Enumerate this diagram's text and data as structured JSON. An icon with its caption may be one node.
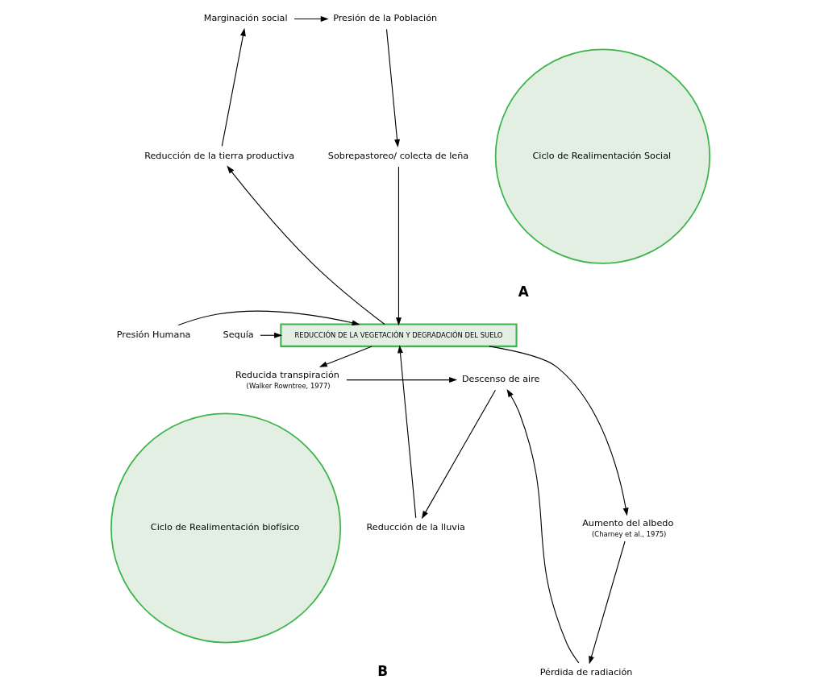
{
  "diagram": {
    "nodes": [
      {
        "text": [
          "Presión de la Población"
        ]
      },
      {
        "text": [
          "Marginación social"
        ]
      },
      {
        "text": [
          "Sobrepastoreo/ colecta de leña"
        ]
      },
      {
        "text": [
          "Ciclo de Realimentación Social"
        ]
      },
      {
        "text": [
          "Reducción de la tierra productiva"
        ]
      },
      {
        "text": [
          "Sequía"
        ]
      },
      {
        "text": [
          "Presión Humana"
        ]
      },
      {
        "text": [
          "REDUCCIÓN DE LA VEGETACIÓN Y DEGRADACIÓN DEL SUELO"
        ]
      },
      {
        "text": [
          "Aumento del albedo"
        ],
        "beside": [
          "(Charney et al., 1975)"
        ]
      },
      {
        "text": [
          "Reducción de la lluvia"
        ]
      },
      {
        "text": [
          "Ciclo de Realimentación biofísico"
        ]
      },
      {
        "text": [
          "Pérdida de radiación"
        ]
      },
      {
        "text": [
          "Reducida transpiración"
        ],
        "beside": [
          "(Walker Rowntree, 1977)"
        ]
      },
      {
        "text": [
          "Descenso de aire"
        ]
      }
    ],
    "edges": [
      {
        "from": 1,
        "to": 0,
        "arrow": "to"
      },
      {
        "from": 0,
        "to": 2,
        "arrow": "to"
      },
      {
        "from": 2,
        "to": 7,
        "arrow": "to"
      },
      {
        "from": 7,
        "to": 4,
        "arrow": "to"
      },
      {
        "from": 4,
        "to": 1,
        "arrow": "to"
      },
      {
        "from": 5,
        "to": 7,
        "arrow": "to"
      },
      {
        "from": 6,
        "to": 7,
        "arrow": "to"
      },
      {
        "from": 7,
        "to": 8,
        "arrow": "to"
      },
      {
        "from": 7,
        "to": 12,
        "arrow": "to"
      },
      {
        "from": 8,
        "to": 11,
        "arrow": "to"
      },
      {
        "from": 11,
        "to": 13,
        "arrow": "to"
      },
      {
        "from": 12,
        "to": 13,
        "arrow": "to"
      },
      {
        "from": 13,
        "to": 9,
        "arrow": "to"
      },
      {
        "from": 9,
        "to": 7,
        "arrow": "to"
      }
    ],
    "labels": [
      "A",
      "B"
    ]
  }
}
